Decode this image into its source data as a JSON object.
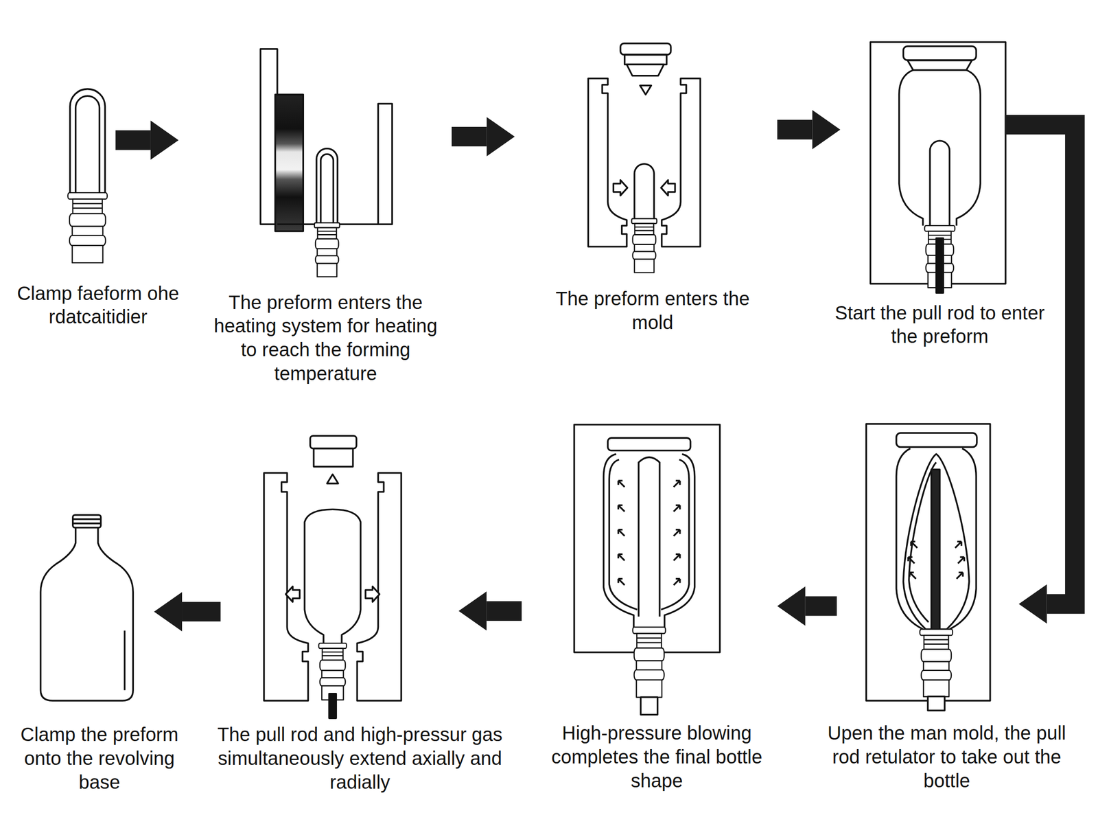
{
  "diagram": {
    "nodes": [
      {
        "text": [
          "Clamp faeform ohe rdatcaitidier"
        ]
      },
      {
        "text": [
          "The preform enters the heating system for heating to reach the forming temperature"
        ]
      },
      {
        "text": [
          "The preform enters the mold"
        ]
      },
      {
        "text": [
          "Start the pull rod to enter the preform"
        ]
      },
      {
        "text": [
          "Upen the man mold, the pull rod retulator to take out the bottle"
        ]
      },
      {
        "text": [
          "High-pressure blowing completes the final bottle shape"
        ]
      },
      {
        "text": [
          "The pull rod and high-pressur gas simultaneously extend axially and radially"
        ]
      },
      {
        "text": [
          "Clamp the preform onto the revolving base"
        ]
      }
    ],
    "edges": [
      {
        "from": 0,
        "to": 1,
        "arrow": "to"
      },
      {
        "from": 1,
        "to": 2,
        "arrow": "to"
      },
      {
        "from": 2,
        "to": 3,
        "arrow": "to"
      },
      {
        "from": 3,
        "to": 4,
        "arrow": "to"
      },
      {
        "from": 4,
        "to": 5,
        "arrow": "to"
      },
      {
        "from": 5,
        "to": 6,
        "arrow": "to"
      },
      {
        "from": 6,
        "to": 7,
        "arrow": "to"
      }
    ]
  }
}
